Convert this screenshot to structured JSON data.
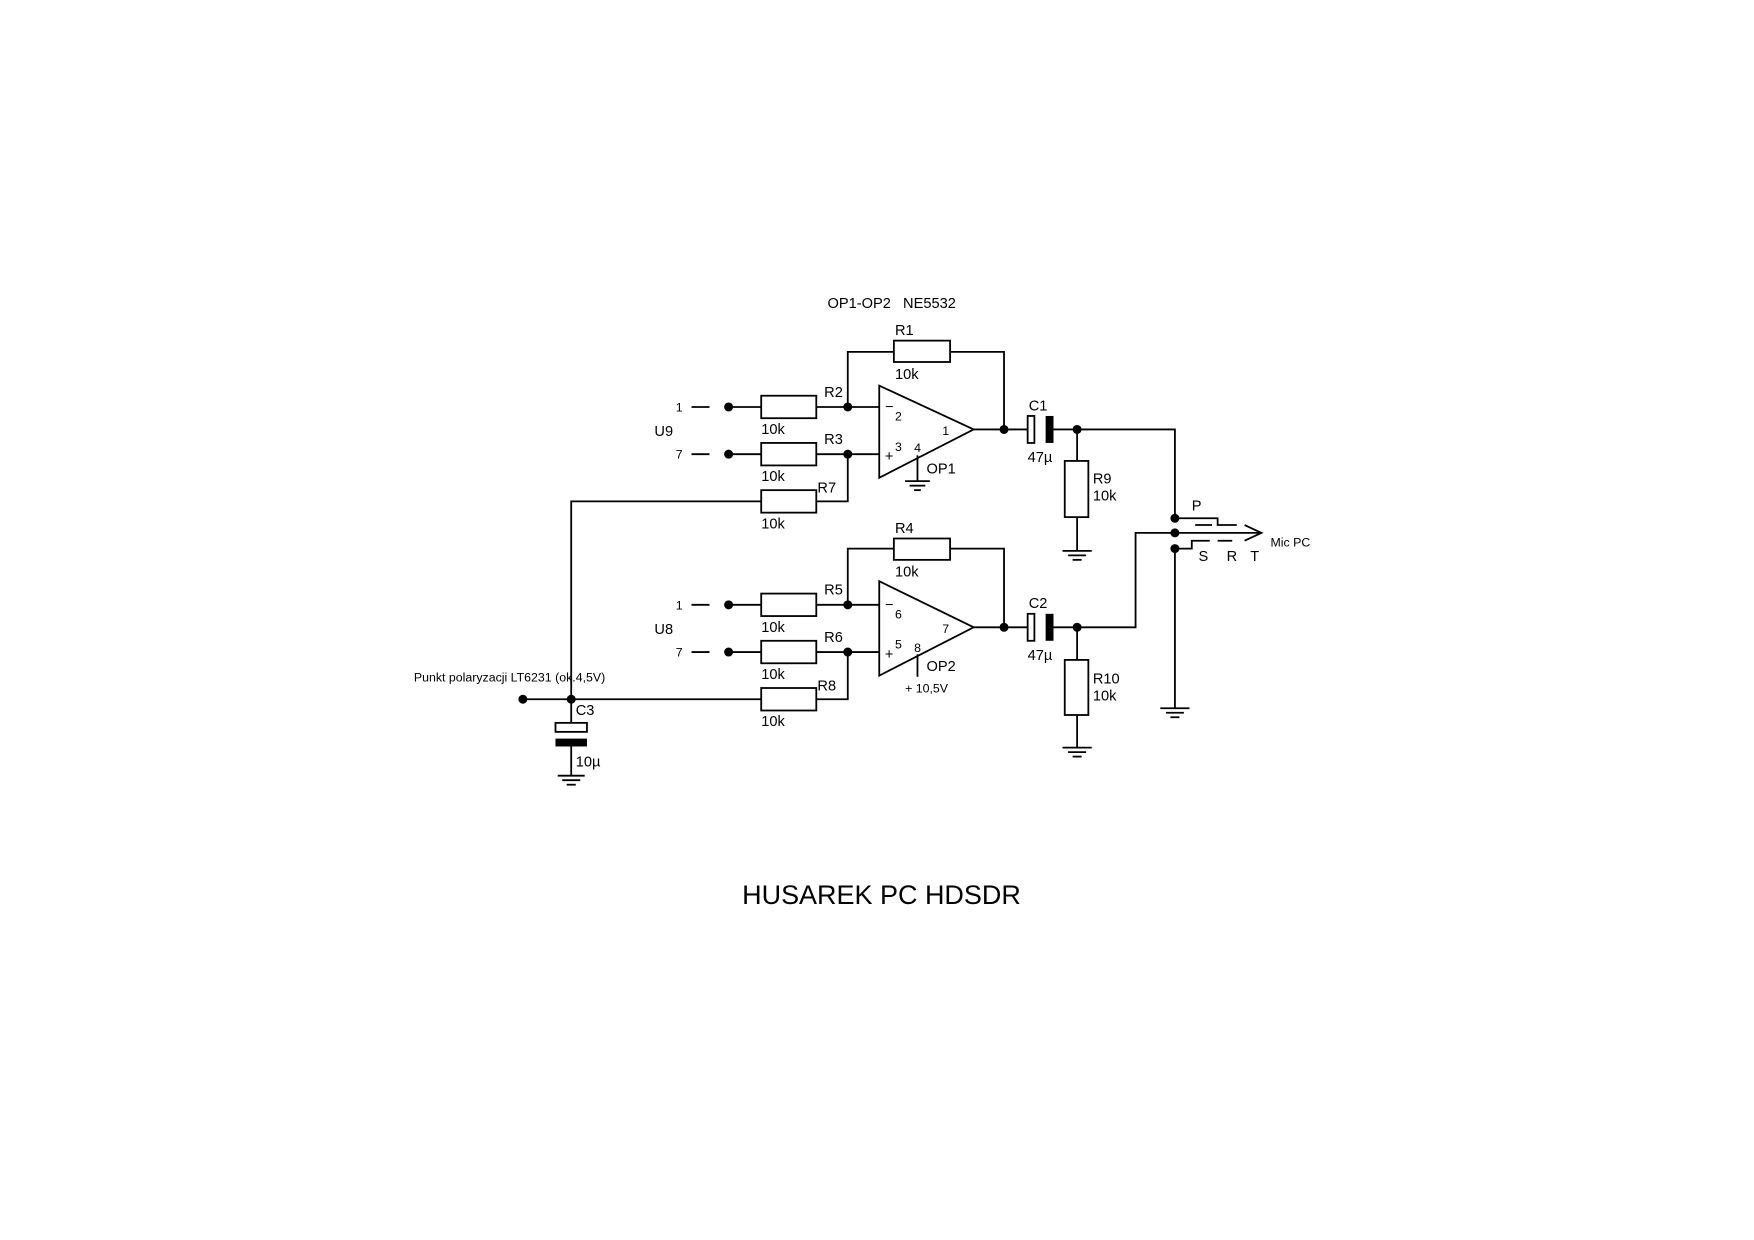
{
  "header": {
    "ic_label": "OP1-OP2   NE5532"
  },
  "title": "HUSAREK PC HDSDR",
  "components": {
    "R1": {
      "name": "R1",
      "value": "10k"
    },
    "R2": {
      "name": "R2",
      "value": "10k"
    },
    "R3": {
      "name": "R3",
      "value": "10k"
    },
    "R4": {
      "name": "R4",
      "value": "10k"
    },
    "R5": {
      "name": "R5",
      "value": "10k"
    },
    "R6": {
      "name": "R6",
      "value": "10k"
    },
    "R7": {
      "name": "R7",
      "value": "10k"
    },
    "R8": {
      "name": "R8",
      "value": "10k"
    },
    "R9": {
      "name": "R9",
      "value": "10k"
    },
    "R10": {
      "name": "R10",
      "value": "10k"
    },
    "C1": {
      "name": "C1",
      "value": "47µ"
    },
    "C2": {
      "name": "C2",
      "value": "47µ"
    },
    "C3": {
      "name": "C3",
      "value": "10µ"
    },
    "OP1": {
      "name": "OP1",
      "pin_minus": "2",
      "pin_plus": "3",
      "pin_out": "1",
      "pin_pwr": "4"
    },
    "OP2": {
      "name": "OP2",
      "pin_minus": "6",
      "pin_plus": "5",
      "pin_out": "7",
      "pin_pwr": "8",
      "supply": "+ 10,5V"
    }
  },
  "inputs": {
    "U9": {
      "name": "U9",
      "pin_a": "1",
      "pin_b": "7"
    },
    "U8": {
      "name": "U8",
      "pin_a": "1",
      "pin_b": "7"
    }
  },
  "bias_label": "Punkt polaryzacji LT6231 (ok.4,5V)",
  "jack": {
    "label": "Mic PC",
    "p": "P",
    "s": "S",
    "r": "R",
    "t": "T"
  },
  "signs": {
    "minus": "−",
    "plus": "+"
  }
}
